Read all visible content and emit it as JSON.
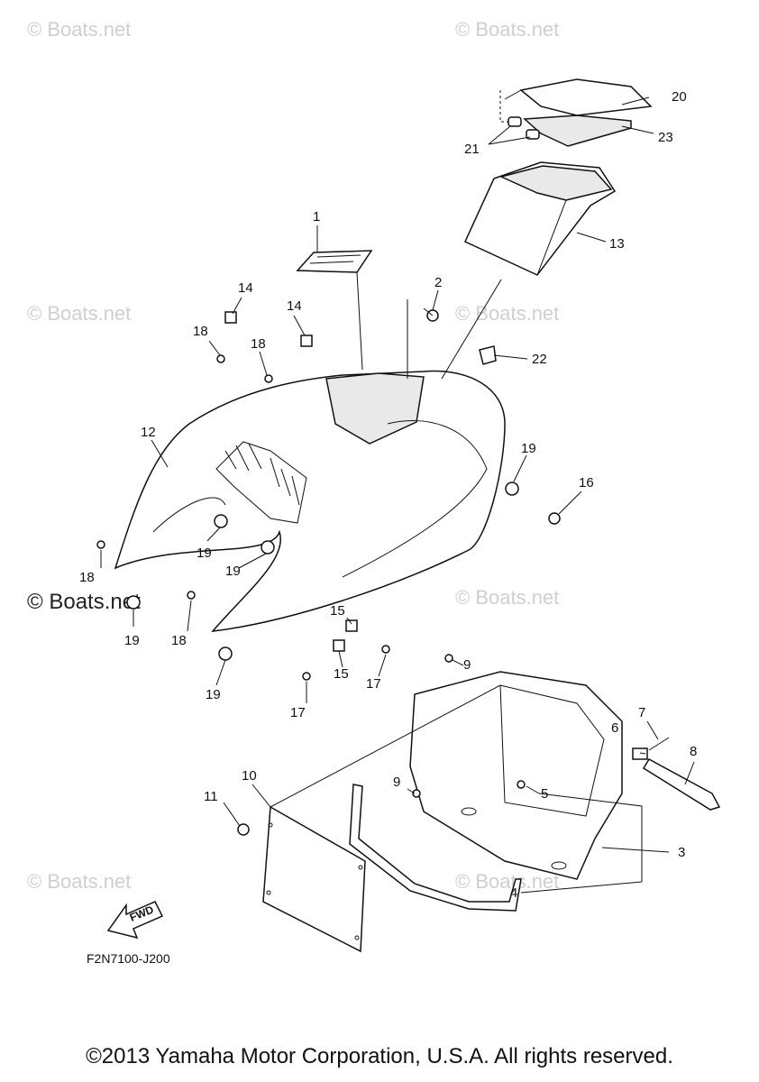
{
  "watermarks": [
    "© Boats.net",
    "© Boats.net",
    "© Boats.net",
    "© Boats.net",
    "© Boats.net",
    "© Boats.net",
    "© Boats.net",
    "© Boats.net"
  ],
  "callouts": {
    "c1": "1",
    "c2": "2",
    "c3": "3",
    "c4": "4",
    "c5": "5",
    "c6": "6",
    "c7": "7",
    "c8": "8",
    "c9a": "9",
    "c9b": "9",
    "c10": "10",
    "c11": "11",
    "c12": "12",
    "c13": "13",
    "c14a": "14",
    "c14b": "14",
    "c15a": "15",
    "c15b": "15",
    "c16": "16",
    "c17a": "17",
    "c17b": "17",
    "c18a": "18",
    "c18b": "18",
    "c18c": "18",
    "c18d": "18",
    "c19a": "19",
    "c19b": "19",
    "c19c": "19",
    "c19d": "19",
    "c19e": "19",
    "c20": "20",
    "c21": "21",
    "c22": "22",
    "c23": "23"
  },
  "fwd_label": "FWD",
  "figure_code": "F2N7100-J200",
  "copyright": "©2013 Yamaha Motor Corporation, U.S.A. All rights reserved."
}
